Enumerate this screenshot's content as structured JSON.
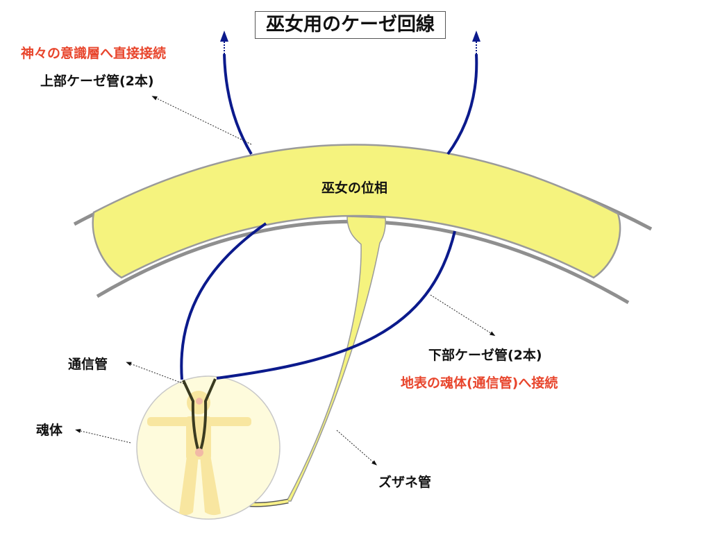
{
  "title": "巫女用のケーゼ回線",
  "labels": {
    "divine_connection": "神々の意識層へ直接接続",
    "upper_tubes": "上部ケーゼ管(2本)",
    "miko_phase": "巫女の位相",
    "comm_tube": "通信管",
    "soul_body": "魂体",
    "lower_tubes": "下部ケーゼ管(2本)",
    "surface_connection": "地表の魂体(通信管)へ接続",
    "zuzane_tube": "ズザネ管"
  },
  "colors": {
    "accent_red": "#e8452c",
    "tube_blue": "#0b1a8c",
    "phase_yellow": "#f5f37e",
    "soul_circle": "#fefbdc",
    "body": "#f8e6a0"
  }
}
